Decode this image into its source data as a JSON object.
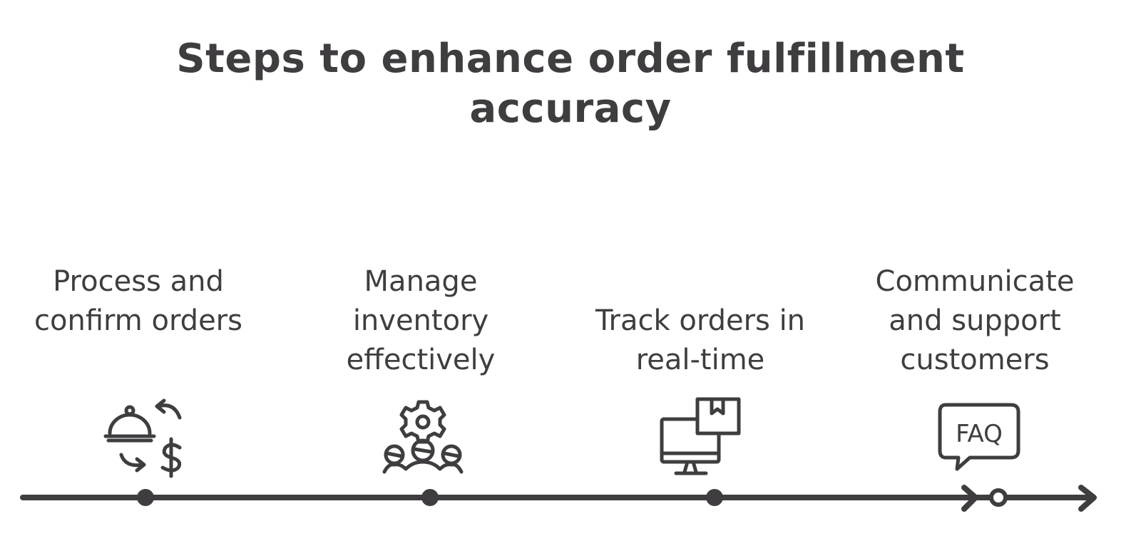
{
  "title": "Steps to enhance order fulfillment accuracy",
  "steps": [
    {
      "label": "Process and confirm orders",
      "icon": "serving-cloche-dollar-exchange-icon"
    },
    {
      "label": "Manage inventory effectively",
      "icon": "gear-team-icon"
    },
    {
      "label": "Track orders in real-time",
      "icon": "monitor-package-icon"
    },
    {
      "label": "Communicate and support customers",
      "icon": "faq-speech-bubble-icon"
    }
  ],
  "faq_icon_text": "FAQ",
  "colors": {
    "ink": "#3f3d40",
    "background": "#ffffff"
  }
}
